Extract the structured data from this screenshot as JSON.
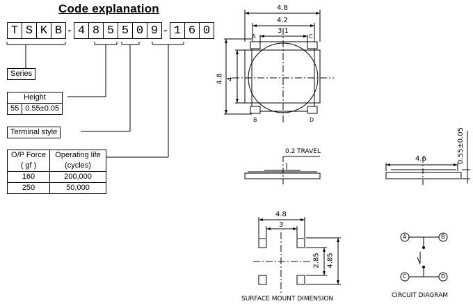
{
  "title": "Code explanation",
  "code": {
    "chars": [
      "T",
      "S",
      "K",
      "B",
      "4",
      "8",
      "5",
      "5",
      "0",
      "9",
      "1",
      "6",
      "0"
    ],
    "dash": "-"
  },
  "series_label": "Series",
  "height_table": {
    "header": "Height",
    "code": "55",
    "value": "0.55±0.05"
  },
  "terminal_label": "Terminal style",
  "force_table": {
    "headers": [
      "O/P Force\n( gf )",
      "Operating life\n(cycles)"
    ],
    "header_force_1": "O/P Force",
    "header_force_2": "( gf )",
    "header_life_1": "Operating life",
    "header_life_2": "(cycles)",
    "rows": [
      {
        "force": "160",
        "life": "200,000"
      },
      {
        "force": "250",
        "life": "50,000"
      }
    ]
  },
  "top_view": {
    "dim_outer": "4.8",
    "dim_mid": "4.2",
    "dim_inner": "3.1",
    "dim_height": "4.8",
    "dim_inner_height": "4",
    "terminals": [
      "A",
      "C",
      "B",
      "D"
    ]
  },
  "side_view": {
    "travel": "0.2  TRAVEL"
  },
  "side_view2": {
    "width": "4.6",
    "height": "0.55±0.05"
  },
  "mount": {
    "width": "4.8",
    "inner": "3",
    "h_inner": "2.85",
    "h_outer": "4.85",
    "caption": "SURFACE MOUNT  DIMENSION"
  },
  "circuit": {
    "terminals": [
      "A",
      "B",
      "C",
      "D"
    ],
    "caption": "CIRCUIT  DIAGRAM"
  }
}
